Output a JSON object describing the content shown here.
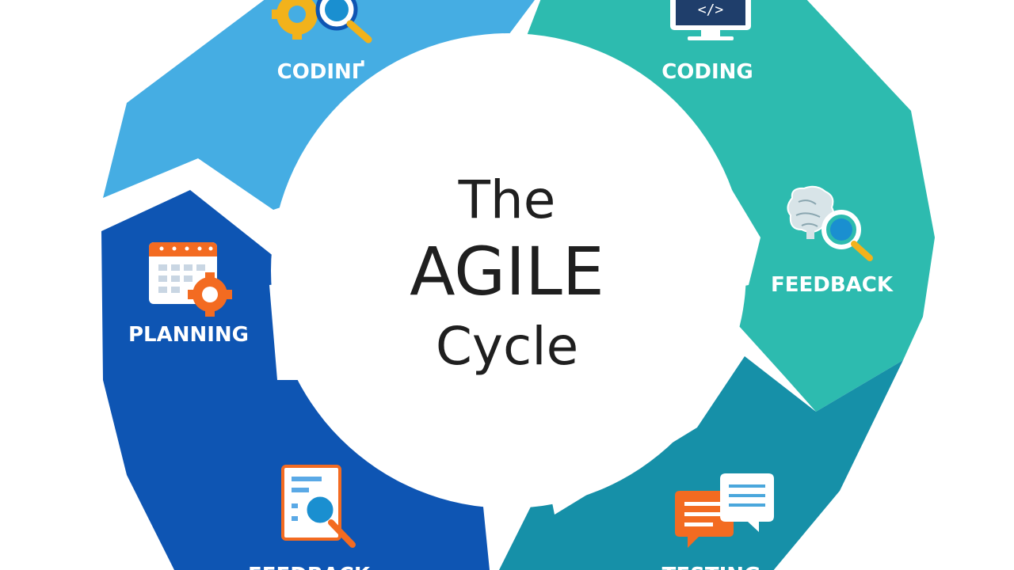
{
  "title": {
    "line1": "The",
    "line2": "AGILE",
    "line3": "Cycle"
  },
  "segments": [
    {
      "id": "top-left",
      "label": "CODINҐ",
      "color": "#45ADE3",
      "icon": "gear-magnifier-icon"
    },
    {
      "id": "top-right",
      "label": "CODING",
      "color": "#2DBBAF",
      "icon": "code-monitor-icon"
    },
    {
      "id": "right",
      "label": "FEEDBACK",
      "color": "#2DBBAF",
      "icon": "brain-magnifier-icon"
    },
    {
      "id": "bottom-right",
      "label": "TESTING",
      "color": "#1690A8",
      "icon": "chat-bubbles-icon"
    },
    {
      "id": "bottom-left",
      "label": "FEEDBACK",
      "color": "#0E55B3",
      "icon": "document-magnifier-icon"
    },
    {
      "id": "left",
      "label": "PLANNING",
      "color": "#0E55B3",
      "icon": "calendar-gear-icon"
    }
  ],
  "colors": {
    "center_circle": "#ffffff",
    "title_text": "#1f1f1f",
    "icon_orange": "#F36B21",
    "icon_yellow": "#F2B21B"
  }
}
